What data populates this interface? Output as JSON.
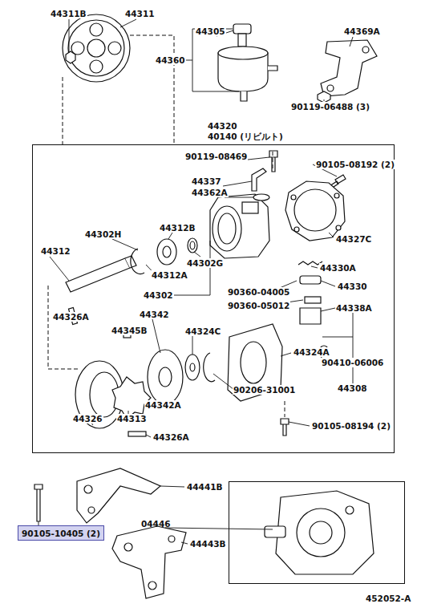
{
  "diagram": {
    "nodes": [
      {
        "text": [
          "44320",
          "40140 (リビルト)"
        ]
      },
      {
        "text": [
          "04446"
        ]
      },
      {
        "text": [
          "90105-10405 (2)"
        ]
      }
    ],
    "edges": [],
    "labels": [
      "44311B",
      "44311",
      "44305",
      "44369A",
      "44360",
      "90119-06488 (3)",
      "90119-08469",
      "90105-08192 (2)",
      "44337",
      "44362A",
      "44312B",
      "44302H",
      "44327C",
      "44312",
      "44302G",
      "44330A",
      "44312A",
      "44330",
      "44302",
      "90360-04005",
      "90360-05012",
      "44338A",
      "44326A",
      "44342",
      "44345B",
      "44324C",
      "44324A",
      "90410-06006",
      "44342A",
      "90206-31001",
      "44308",
      "44326",
      "44313",
      "90105-08194 (2)",
      "44326A",
      "44441B",
      "44443B",
      "452052-A"
    ]
  }
}
